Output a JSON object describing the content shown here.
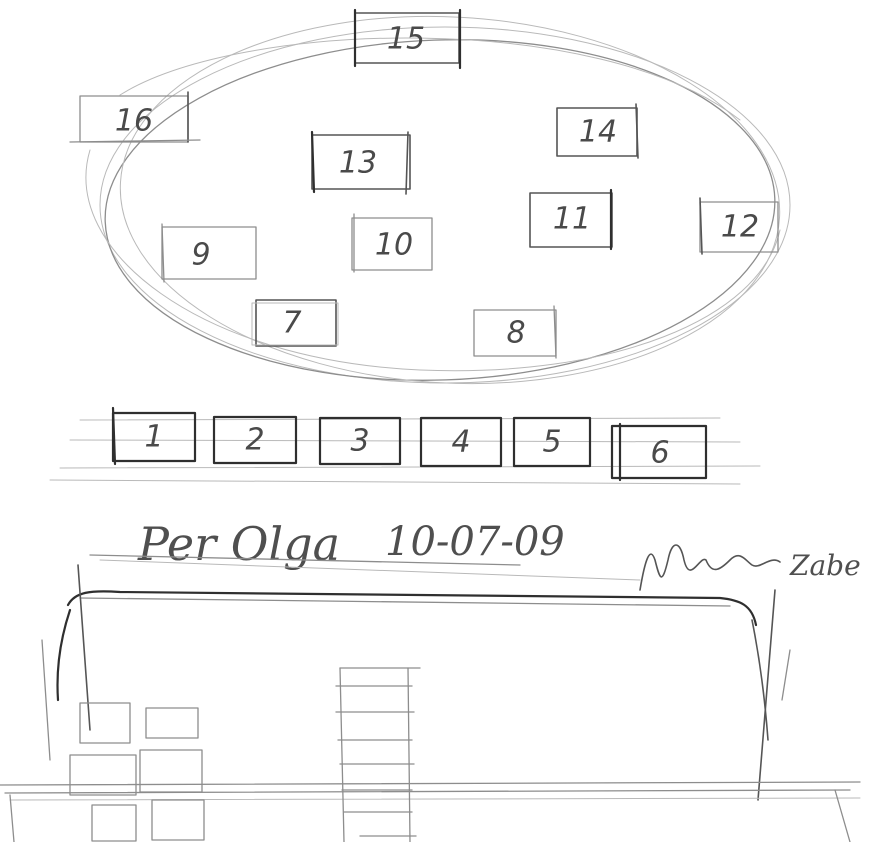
{
  "note": {
    "dedication": "Per Olga",
    "date": "10-07-09",
    "signature": "Zabe"
  },
  "ellipse_boxes": [
    {
      "id": "15",
      "label": "15"
    },
    {
      "id": "16",
      "label": "16"
    },
    {
      "id": "14",
      "label": "14"
    },
    {
      "id": "13",
      "label": "13"
    },
    {
      "id": "11",
      "label": "11"
    },
    {
      "id": "12",
      "label": "12"
    },
    {
      "id": "9",
      "label": "9"
    },
    {
      "id": "10",
      "label": "10"
    },
    {
      "id": "7",
      "label": "7"
    },
    {
      "id": "8",
      "label": "8"
    }
  ],
  "row_boxes": [
    {
      "id": "1",
      "label": "1"
    },
    {
      "id": "2",
      "label": "2"
    },
    {
      "id": "3",
      "label": "3"
    },
    {
      "id": "4",
      "label": "4"
    },
    {
      "id": "5",
      "label": "5"
    },
    {
      "id": "6",
      "label": "6"
    }
  ],
  "colors": {
    "paper": "#ffffff",
    "pencil": "#4a4a4a"
  }
}
